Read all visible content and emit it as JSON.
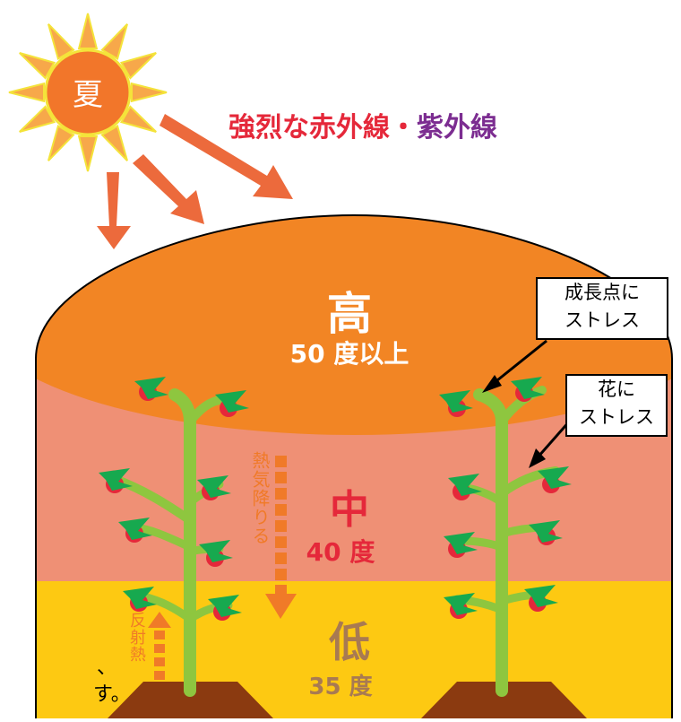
{
  "sun": {
    "label": "夏",
    "color": "#f2762a",
    "ray_color": "#f7a84a",
    "stroke": "#f4e33a"
  },
  "headline": {
    "part1": "強烈な赤外線",
    "separator": "・",
    "part2": "紫外線",
    "color1": "#e5283a",
    "color2": "#7c2d91"
  },
  "zones": {
    "high": {
      "title": "高",
      "temp": "50 度以上",
      "color": "#f28524"
    },
    "mid": {
      "title": "中",
      "temp": "40 度",
      "color": "#ef9075",
      "text_color": "#e5283a"
    },
    "low": {
      "title": "低",
      "temp": "35 度",
      "color": "#fdc912",
      "text_color": "#a87a52"
    }
  },
  "callouts": {
    "growth_point": {
      "line1": "成長点に",
      "line2": "ストレス"
    },
    "flower": {
      "line1": "花に",
      "line2": "ストレス"
    }
  },
  "arrows": {
    "heat_down_label": "熱気降りる",
    "reflected_label": "反射熱",
    "color": "#f07a28"
  },
  "edge_text": {
    "line1": "、",
    "line2": "す。"
  },
  "colors": {
    "stem": "#8ec63f",
    "leaf": "#17a94f",
    "tomato": "#e5283a",
    "soil": "#8b3a10"
  }
}
